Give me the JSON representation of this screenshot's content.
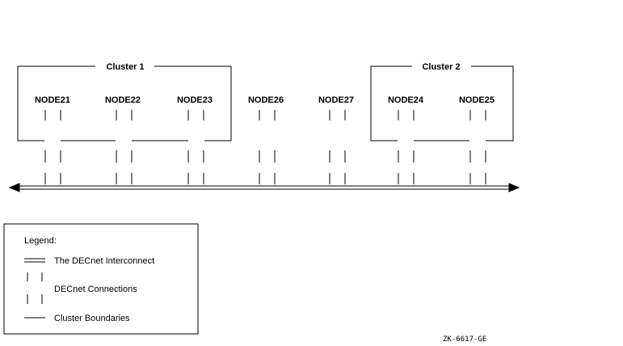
{
  "diagram": {
    "clusters": [
      {
        "id": "cluster-1",
        "label": "Cluster 1"
      },
      {
        "id": "cluster-2",
        "label": "Cluster 2"
      }
    ],
    "nodes": [
      {
        "id": "node21",
        "label": "NODE21",
        "cluster": "cluster-1"
      },
      {
        "id": "node22",
        "label": "NODE22",
        "cluster": "cluster-1"
      },
      {
        "id": "node23",
        "label": "NODE23",
        "cluster": "cluster-1"
      },
      {
        "id": "node26",
        "label": "NODE26",
        "cluster": null
      },
      {
        "id": "node27",
        "label": "NODE27",
        "cluster": null
      },
      {
        "id": "node24",
        "label": "NODE24",
        "cluster": "cluster-2"
      },
      {
        "id": "node25",
        "label": "NODE25",
        "cluster": "cluster-2"
      }
    ],
    "interconnect": {
      "style": "double-line",
      "arrows": "both-ends"
    }
  },
  "legend": {
    "title": "Legend:",
    "items": [
      {
        "symbol": "double-line",
        "label": "The DECnet Interconnect"
      },
      {
        "symbol": "dashed-pair",
        "label": "DECnet Connections"
      },
      {
        "symbol": "solid-line",
        "label": "Cluster Boundaries"
      }
    ]
  },
  "figure_id": "ZK-6617-GE"
}
